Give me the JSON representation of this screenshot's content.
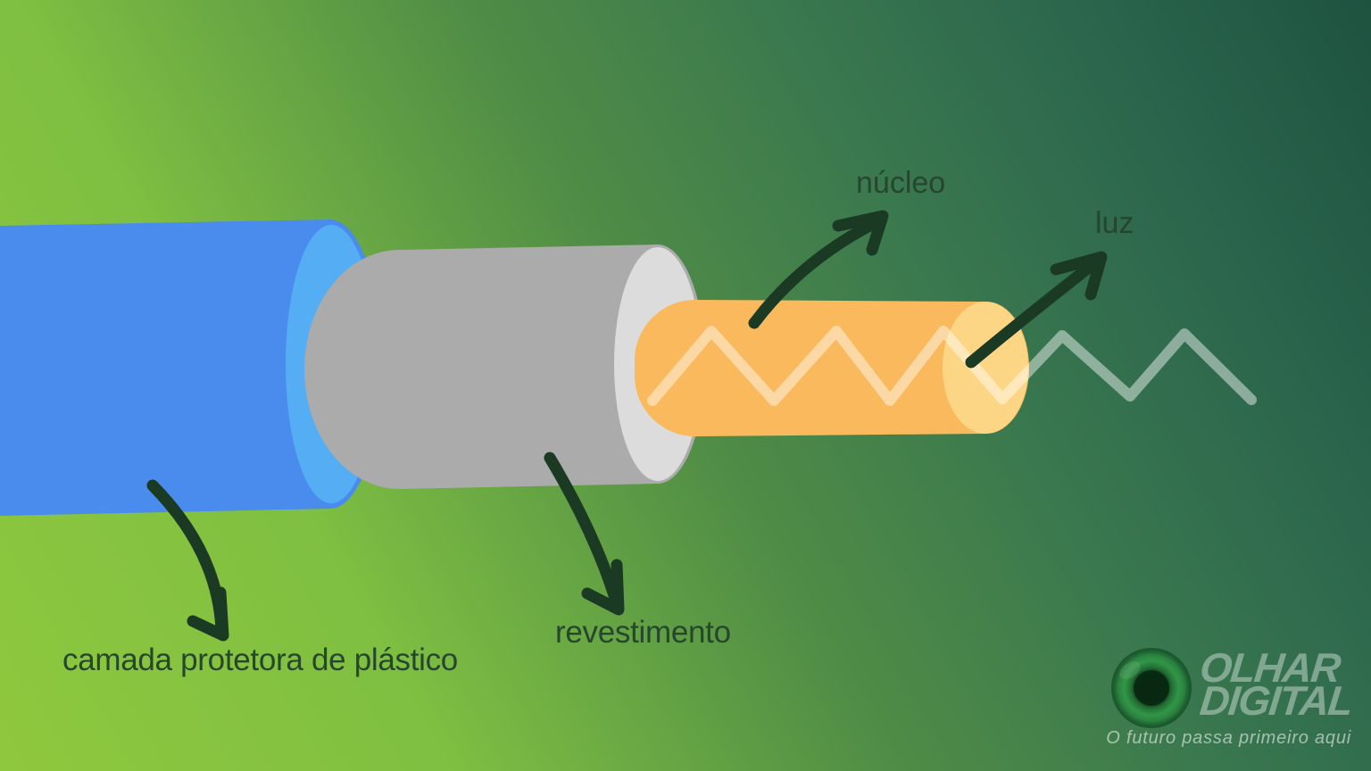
{
  "diagram": {
    "subject": "fiber-optic-cable-structure",
    "labels": {
      "core": "núcleo",
      "light": "luz",
      "cladding": "revestimento",
      "jacket": "camada protetora de plástico"
    },
    "colors": {
      "background_light": "#8fc83e",
      "background_dark": "#1d5340",
      "jacket_body": "#4a8cee",
      "jacket_face": "#55aef3",
      "cladding_body": "#ababab",
      "cladding_face": "#dcdcdc",
      "core_body": "#f9b95c",
      "core_face": "#fdd685",
      "light_wave": "#ffffff",
      "arrow": "#1b3a24",
      "label_text": "#26462e",
      "logo_text": "#ffffff"
    }
  },
  "logo": {
    "brand_line1": "OLHAR",
    "brand_line2": "DIGITAL",
    "tagline": "O futuro passa primeiro aqui"
  }
}
